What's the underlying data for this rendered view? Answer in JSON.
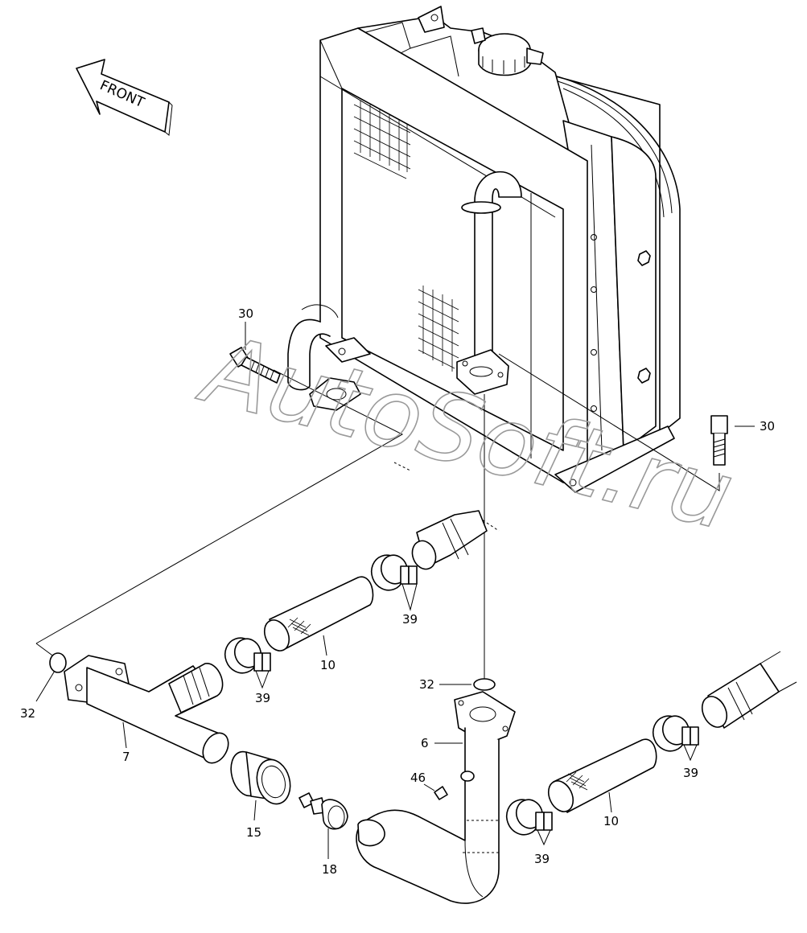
{
  "direction_arrow": {
    "text": "FRONT"
  },
  "watermark": "AutoSoft.ru",
  "callouts": [
    {
      "id": "bolt-left",
      "label": "30"
    },
    {
      "id": "bolt-right",
      "label": "30"
    },
    {
      "id": "oring-left",
      "label": "32"
    },
    {
      "id": "oring-right",
      "label": "32"
    },
    {
      "id": "pipe-t",
      "label": "7"
    },
    {
      "id": "hose-upper",
      "label": "10"
    },
    {
      "id": "hose-lower",
      "label": "10"
    },
    {
      "id": "clamp-a",
      "label": "39"
    },
    {
      "id": "clamp-b",
      "label": "39"
    },
    {
      "id": "clamp-c",
      "label": "39"
    },
    {
      "id": "clamp-d",
      "label": "39"
    },
    {
      "id": "pipe-elbow",
      "label": "6"
    },
    {
      "id": "plug",
      "label": "46"
    },
    {
      "id": "reducer",
      "label": "15"
    },
    {
      "id": "sensor",
      "label": "18"
    }
  ],
  "colors": {
    "line": "#000000",
    "background": "#ffffff",
    "watermark": "#9a9a9a"
  }
}
